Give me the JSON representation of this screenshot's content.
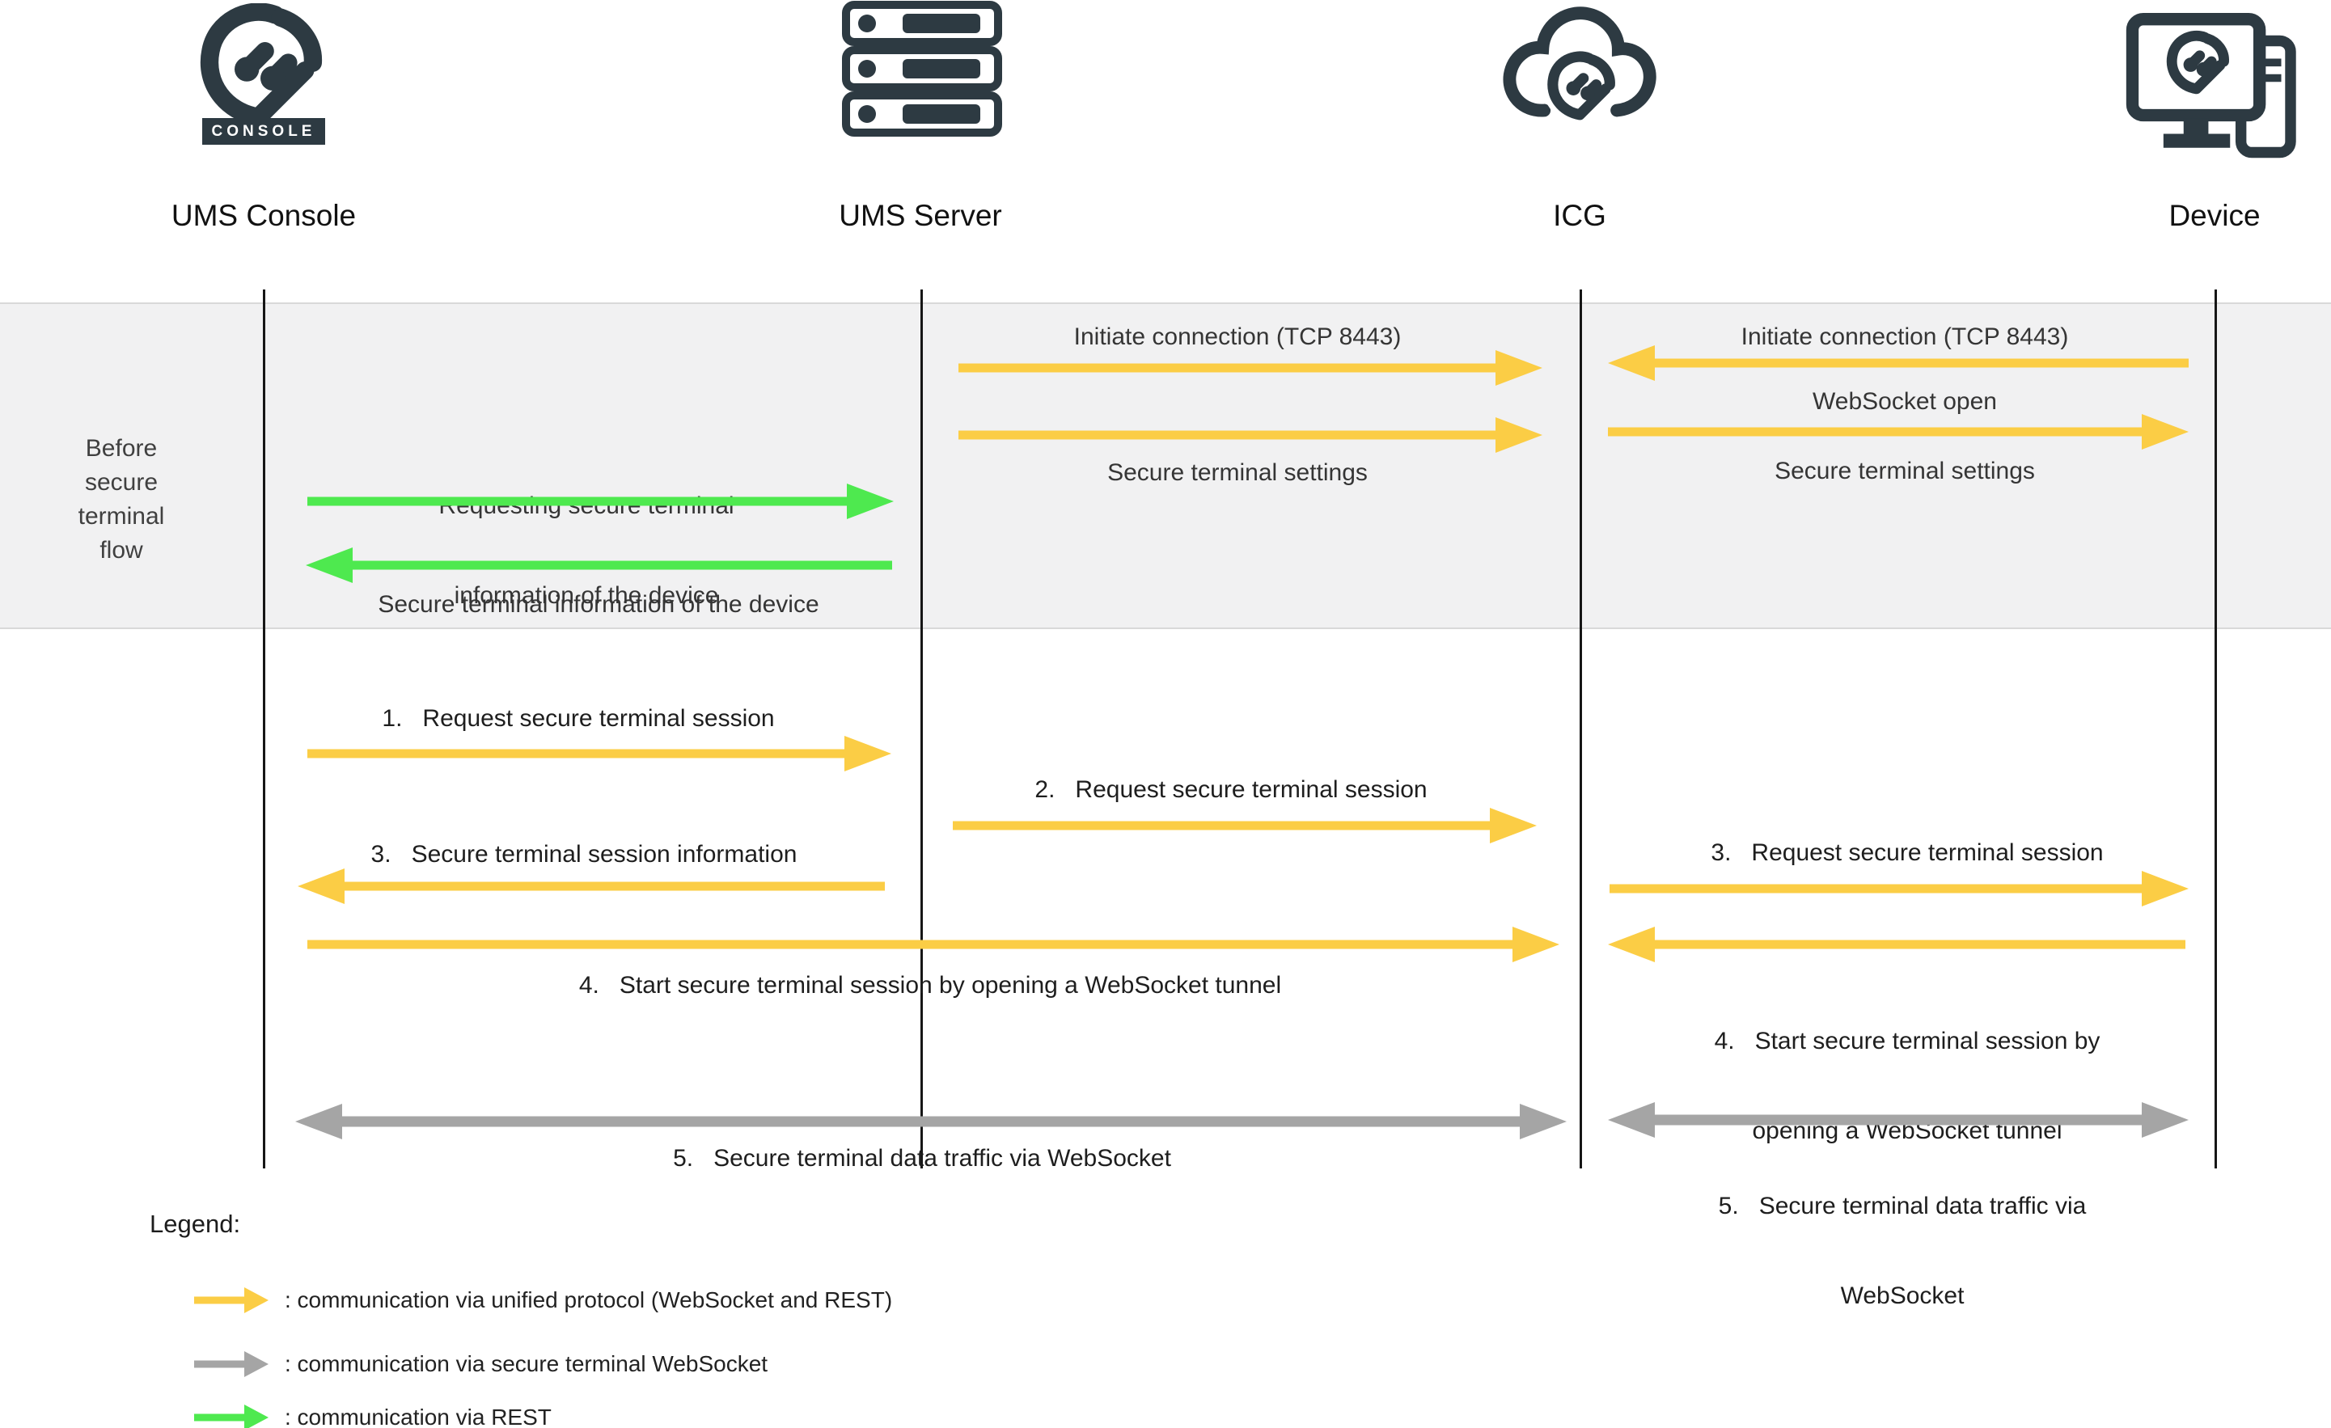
{
  "actors": [
    {
      "label": "UMS Console"
    },
    {
      "label": "UMS Server"
    },
    {
      "label": "ICG"
    },
    {
      "label": "Device"
    }
  ],
  "console_banner": "CONSOLE",
  "region": {
    "l1": "Before",
    "l2": "secure",
    "l3": "terminal",
    "l4": "flow"
  },
  "messages": {
    "req_info": {
      "line1": "Requesting secure terminal",
      "line2": "information of the device"
    },
    "info": {
      "text": "Secure terminal information of the device"
    },
    "init_conn_ums": {
      "text": "Initiate connection (TCP 8443)"
    },
    "settings_ums": {
      "text": "Secure terminal settings"
    },
    "init_conn_dev": {
      "text": "Initiate connection (TCP 8443)"
    },
    "ws_open": {
      "text": "WebSocket open"
    },
    "settings_dev": {
      "text": "Secure terminal settings"
    },
    "step1": {
      "text": "1.   Request secure terminal session"
    },
    "step2": {
      "text": "2.   Request secure terminal session"
    },
    "step3_left": {
      "text": "3.   Secure terminal session information"
    },
    "step3_right": {
      "text": "3.   Request secure terminal session"
    },
    "step4_left": {
      "text": "4.   Start secure terminal session by opening a WebSocket tunnel"
    },
    "step4_right": {
      "line1": "4.   Start secure terminal session by",
      "line2": "opening a WebSocket tunnel"
    },
    "step5_left": {
      "text": "5.   Secure terminal data traffic via WebSocket"
    },
    "step5_right": {
      "line1": "5.   Secure terminal data traffic via",
      "line2": "WebSocket"
    }
  },
  "legend": {
    "title": "Legend:",
    "items": [
      {
        "arrow": "yellow-arrow",
        "color": "#fbcd45",
        "text": ": communication via unified protocol (WebSocket and REST)"
      },
      {
        "arrow": "gray-arrow",
        "color": "#a5a5a5",
        "text": ": communication via secure terminal WebSocket"
      },
      {
        "arrow": "green-arrow",
        "color": "#4ee94f",
        "text": ": communication via REST"
      }
    ]
  },
  "colors": {
    "unified_protocol_yellow": "#fbcd45",
    "secure_terminal_gray": "#a5a5a5",
    "rest_green": "#4ee94f",
    "icon_dark": "#2d3a42",
    "band_background": "#f1f1f2"
  }
}
